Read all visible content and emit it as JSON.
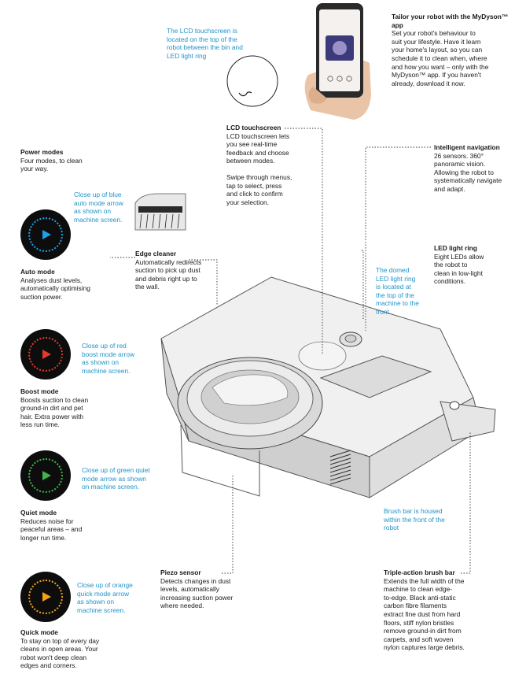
{
  "colors": {
    "blue": "#1f93c9",
    "auto": "#1ea0e6",
    "boost": "#e23a2e",
    "quiet": "#3fb54a",
    "quick": "#f1a21a"
  },
  "app_note": {
    "title": "Tailor your robot with the MyDyson™ app",
    "body": "Set your robot's behaviour to\nsuit your lifestyle. Have it learn\nyour home's layout, so you can\nschedule it to clean when, where\nand how you want – only with the\nMyDyson™ app. If you haven't\nalready, download it now."
  },
  "lcd_location_note": "The LCD touchscreen is\nlocated on the top of the\nrobot between the bin and\nLED light ring",
  "lcd_touchscreen": {
    "title": "LCD touchscreen",
    "body": "LCD touchscreen lets\nyou see real-time\nfeedback and choose\nbetween modes.",
    "body2": "Swipe through menus,\ntap to select, press\nand click to confirm\nyour selection."
  },
  "power_modes": {
    "title": "Power modes",
    "body": "Four modes, to clean\nyour way."
  },
  "intelligent_navigation": {
    "title": "Intelligent navigation",
    "body": "26 sensors. 360°\npanoramic vision.\nAllowing the robot to\nsystematically navigate\nand adapt."
  },
  "auto": {
    "note": "Close up of blue\nauto mode arrow\nas shown on\nmachine screen.",
    "title": "Auto mode",
    "body": "Analyses dust levels,\nautomatically optimising\nsuction power."
  },
  "edge_cleaner": {
    "title": "Edge cleaner",
    "body": "Automatically redirects\nsuction to pick up dust\nand debris right up to\nthe wall."
  },
  "led_ring": {
    "title": "LED light ring",
    "body": "Eight LEDs allow\nthe robot to\nclean in low-light\nconditions.",
    "note": "The domed\nLED light ring\nis located at\nthe top of the\nmachine to the\nfront"
  },
  "boost": {
    "note": "Close up of red\nboost mode arrow\nas shown on\nmachine screen.",
    "title": "Boost mode",
    "body": "Boosts suction to clean\nground-in dirt and pet\nhair. Extra power with\nless run time."
  },
  "quiet": {
    "note": "Close up of green quiet\nmode arrow as shown\non machine screen.",
    "title": "Quiet mode",
    "body": "Reduces noise for\npeaceful areas – and\nlonger run time."
  },
  "brush_bar_note": "Brush bar is housed\nwithin the front of the\nrobot",
  "piezo": {
    "title": "Piezo sensor",
    "body": "Detects changes in dust\nlevels, automatically\nincreasing suction power\nwhere needed."
  },
  "triple_brush": {
    "title": "Triple-action brush bar",
    "body": "Extends the full width of the\nmachine to clean edge-\nto-edge. Black anti-static\ncarbon fibre filaments\nextract fine dust from hard\nfloors, stiff nylon bristles\nremove ground-in dirt from\ncarpets, and soft woven\nnylon captures large debris."
  },
  "quick": {
    "note": "Close up of orange\nquick mode arrow\nas shown on\nmachine screen.",
    "title": "Quick mode",
    "body": "To stay on top of every day\ncleans in open areas. Your\nrobot won't deep clean\nedges and corners."
  }
}
